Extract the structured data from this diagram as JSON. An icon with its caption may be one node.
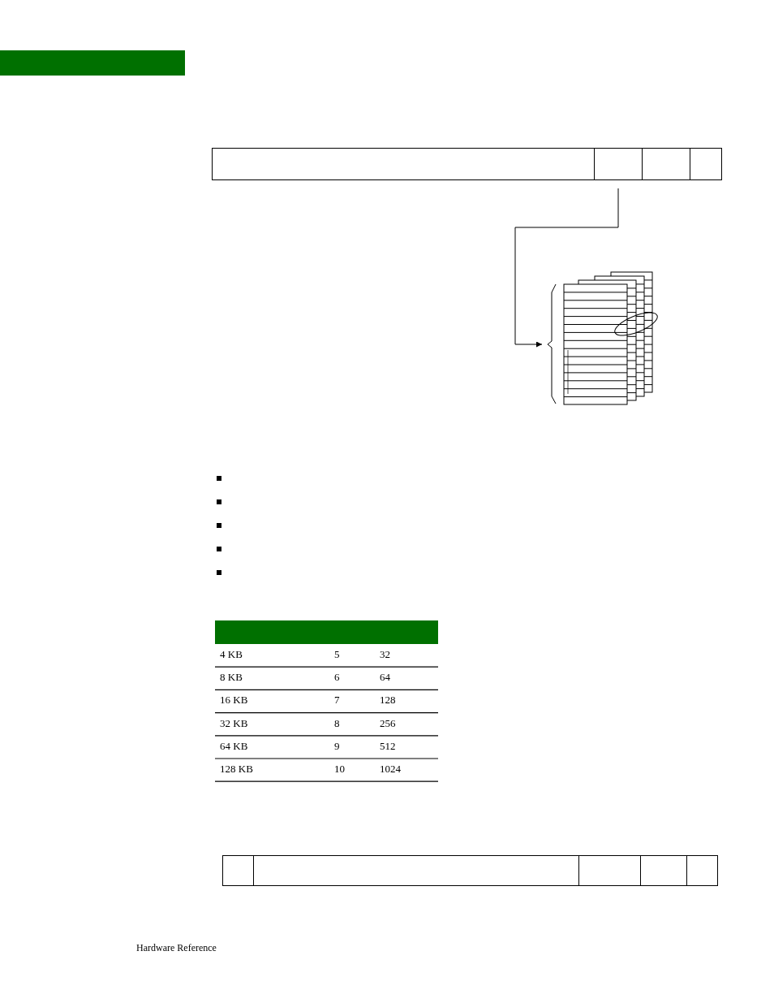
{
  "diagram": {
    "nodes": [
      {
        "text": [],
        "shape": "box"
      },
      {
        "text": [],
        "shape": "box"
      },
      {
        "text": [],
        "shape": "box"
      },
      {
        "text": [],
        "shape": "box"
      },
      {
        "text": [],
        "shape": "picture"
      },
      {
        "text": [],
        "shape": "box"
      },
      {
        "text": [],
        "shape": "box"
      },
      {
        "text": [],
        "shape": "box"
      },
      {
        "text": [],
        "shape": "box"
      },
      {
        "text": [],
        "shape": "box"
      }
    ],
    "edges": [
      {
        "from": 1,
        "to": 4,
        "arrow": "to"
      }
    ],
    "labels": [
      "4 KB",
      "5",
      "32",
      "8 KB",
      "6",
      "64",
      "16 KB",
      "7",
      "128",
      "32 KB",
      "8",
      "256",
      "64 KB",
      "9",
      "512",
      "128 KB",
      "10",
      "1024",
      "Hardware Reference"
    ]
  }
}
